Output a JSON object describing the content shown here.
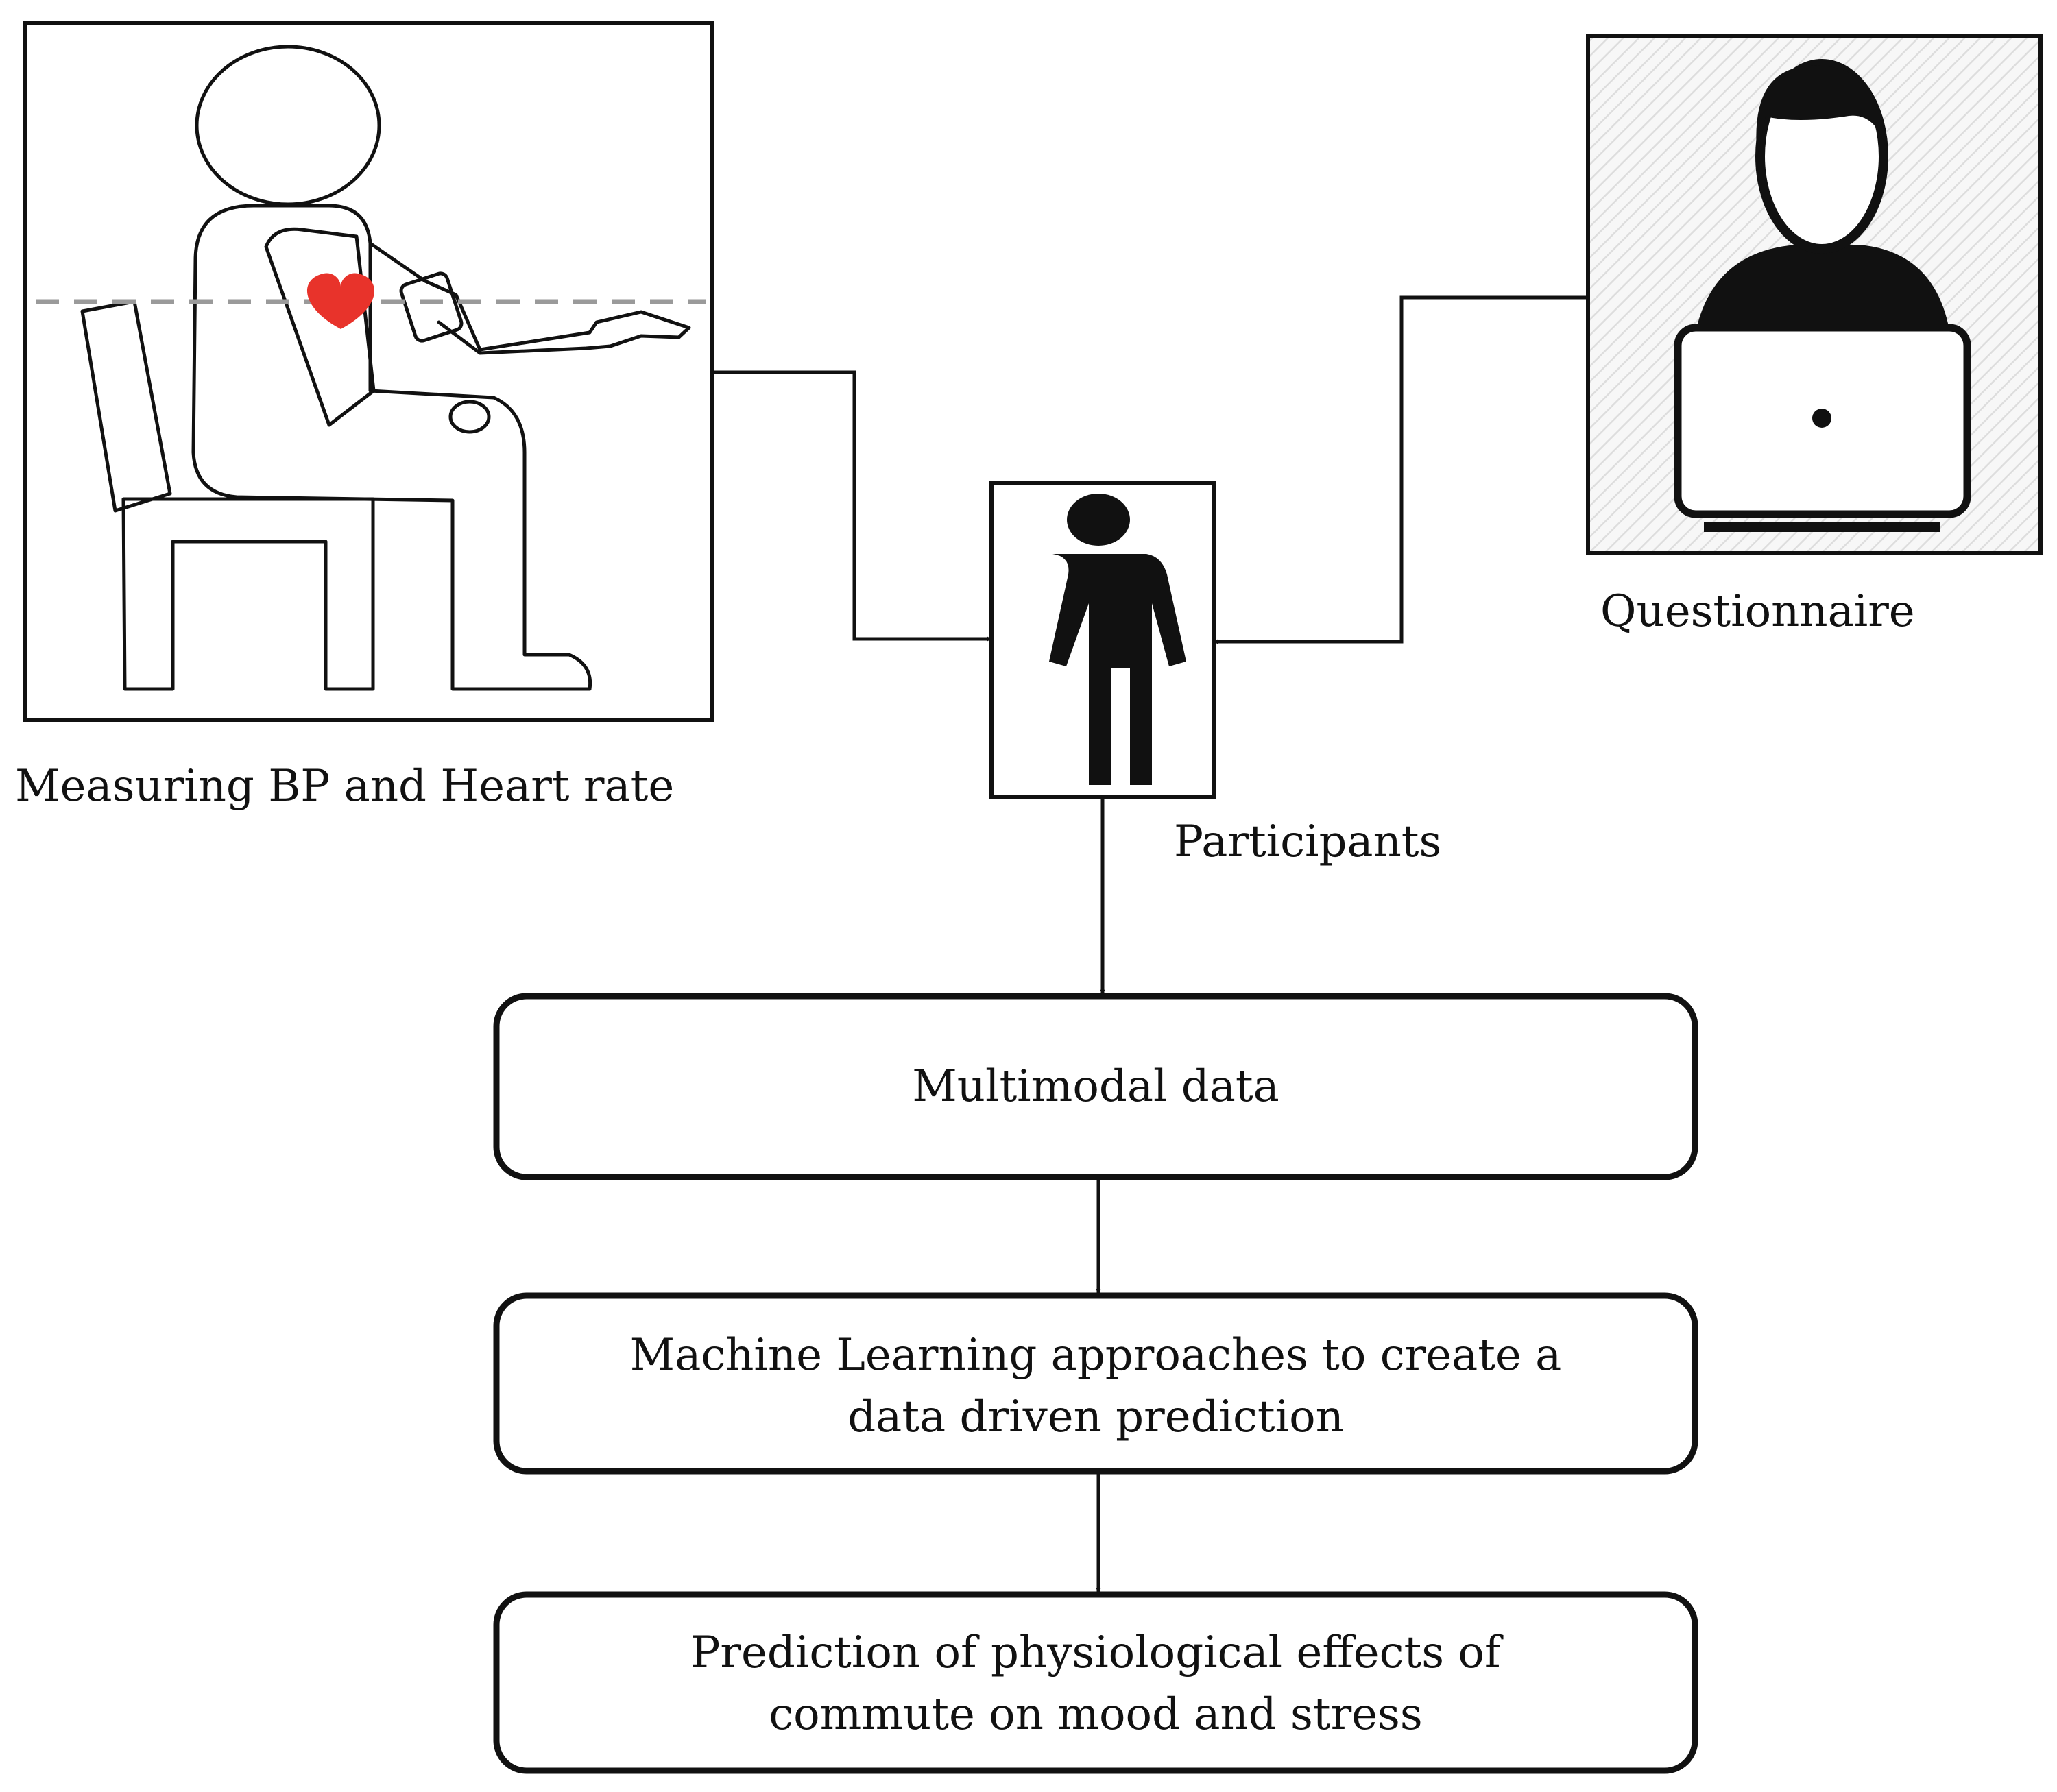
{
  "labels": {
    "measuring": "Measuring BP and Heart rate",
    "questionnaire": "Questionnaire",
    "participants": "Participants"
  },
  "boxes": {
    "multimodal": "Multimodal data",
    "ml_line1": "Machine Learning approaches to create a",
    "ml_line2": "data driven prediction",
    "pred_line1": "Prediction of physiological effects of",
    "pred_line2": "commute on mood and stress"
  },
  "colors": {
    "stroke": "#111111",
    "heart": "#e8332b",
    "dashed_line": "#9a9a9a",
    "hatch": "#dddddd"
  },
  "icons": {
    "bp_illustration": "seated-person-bp-measurement",
    "questionnaire_illustration": "person-with-laptop",
    "participant_icon": "person-silhouette"
  }
}
